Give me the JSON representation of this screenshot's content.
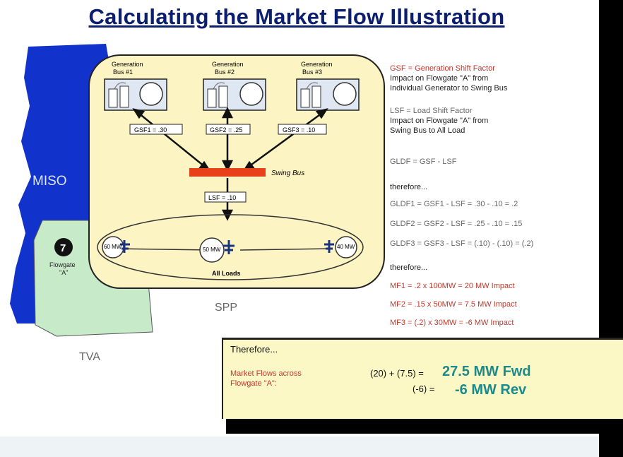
{
  "title": "Calculating the Market Flow Illustration",
  "regions": {
    "miso": "MISO",
    "tva": "TVA",
    "spp": "SPP"
  },
  "generators": [
    {
      "label_1": "Generation",
      "label_2": "Bus #1",
      "icon": "generator-plant-icon"
    },
    {
      "label_1": "Generation",
      "label_2": "Bus #2",
      "icon": "generator-plant-icon"
    },
    {
      "label_1": "Generation",
      "label_2": "Bus #3",
      "icon": "generator-plant-icon"
    }
  ],
  "gsf_labels": [
    "GSF1 = .30",
    "GSF2 = .25",
    "GSF3 = .10"
  ],
  "swing_bus": "Swing Bus",
  "lsf_label": "LSF = .10",
  "loads": [
    {
      "mw": "60 MW",
      "icon": "load-icon"
    },
    {
      "mw": "50 MW",
      "icon": "load-icon"
    },
    {
      "mw": "40 MW",
      "icon": "load-icon"
    }
  ],
  "all_loads": "All Loads",
  "flowgate": {
    "number": "7",
    "label_1": "Flowgate",
    "label_2": "\"A\""
  },
  "notes": {
    "gsf_def": [
      "GSF = Generation Shift Factor",
      "Impact on Flowgate \"A\" from",
      "Individual Generator to Swing Bus"
    ],
    "lsf_def": [
      "LSF = Load Shift Factor",
      "Impact on Flowgate \"A\" from",
      "Swing Bus to All Load"
    ],
    "glde": "GLDF = GSF - LSF",
    "therefore_1": "therefore...",
    "glde_lines": [
      "GLDF1 = GSF1 - LSF = .30 - .10 = .2",
      "GLDF2 = GSF2 - LSF = .25 - .10 = .15",
      "GLDF3 = GSF3 - LSF = (.10) - (.10) = (.2)"
    ],
    "therefore_2": "therefore...",
    "mf_lines": [
      "MF1 = .2 x 100MW = 20 MW Impact",
      "MF2 = .15 x 50MW = 7.5 MW Impact",
      "MF3 = (.2) x 30MW = -6 MW Impact"
    ]
  },
  "summary": {
    "heading": "Therefore...",
    "label_1": "Market Flows across",
    "label_2": "Flowgate \"A\":",
    "expr_1": "(20) + (7.5) =",
    "expr_2": "(-6) =",
    "result_1": "27.5 MW Fwd",
    "result_2": "-6 MW Rev"
  },
  "colors": {
    "title": "#0b1f6e",
    "miso": "#1133cc",
    "tva": "#c7eac9",
    "spp": "#fdf4c4",
    "swing_bus": "#e8411a",
    "result": "#1a8a8a"
  }
}
